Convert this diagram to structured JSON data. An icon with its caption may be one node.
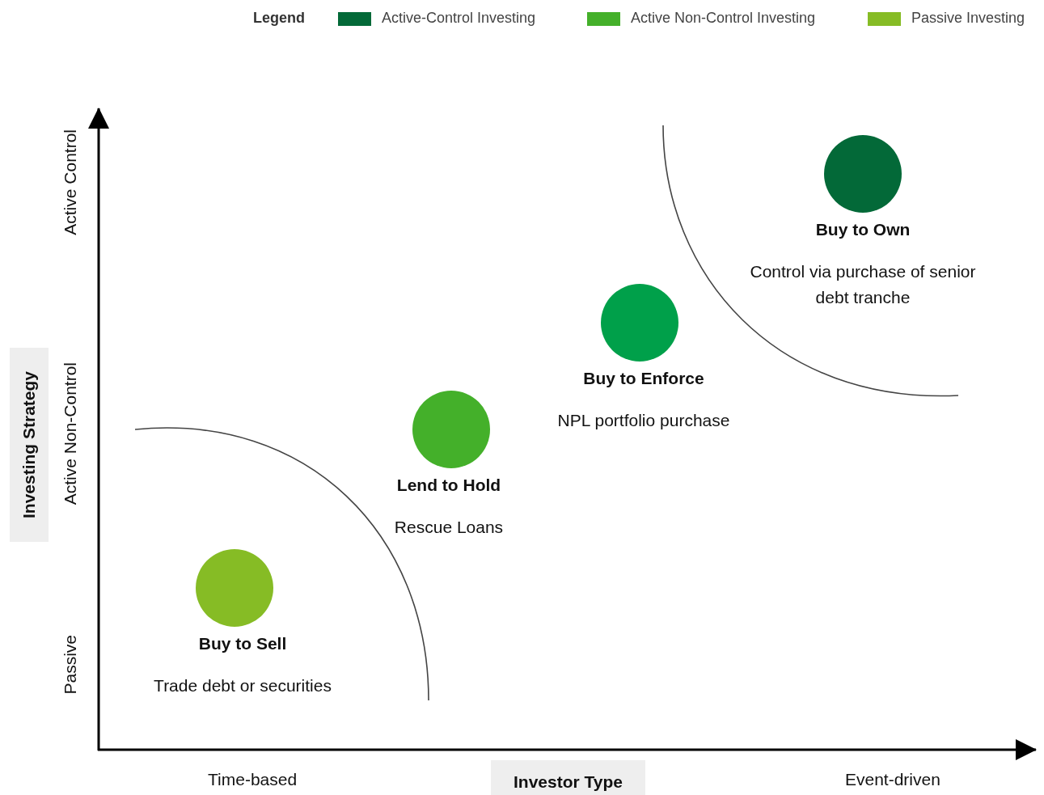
{
  "diagram": {
    "nodes": [
      {
        "text": [],
        "shape": "circle",
        "beside": [
          "Buy to Sell",
          "Trade debt or securities"
        ]
      },
      {
        "text": [],
        "shape": "circle",
        "beside": [
          "Lend to Hold",
          "Rescue Loans"
        ]
      },
      {
        "text": [],
        "shape": "circle",
        "beside": [
          "Buy to Enforce",
          "NPL portfolio purchase"
        ]
      },
      {
        "text": [],
        "shape": "circle",
        "beside": [
          "Buy to Own",
          "Control via purchase of senior debt tranche"
        ]
      }
    ],
    "edges": [],
    "labels": [
      "Legend",
      "Active Control",
      "Investing Strategy",
      "Active Non-Control",
      "Passive",
      "Time-based",
      "Investor Type",
      "Event-driven"
    ],
    "legend": [
      {
        "text": "Active-Control Investing",
        "color": "#036938"
      },
      {
        "text": "Active Non-Control Investing",
        "color": "#44b02a"
      },
      {
        "text": "Passive Investing",
        "color": "#86bc25"
      }
    ]
  }
}
